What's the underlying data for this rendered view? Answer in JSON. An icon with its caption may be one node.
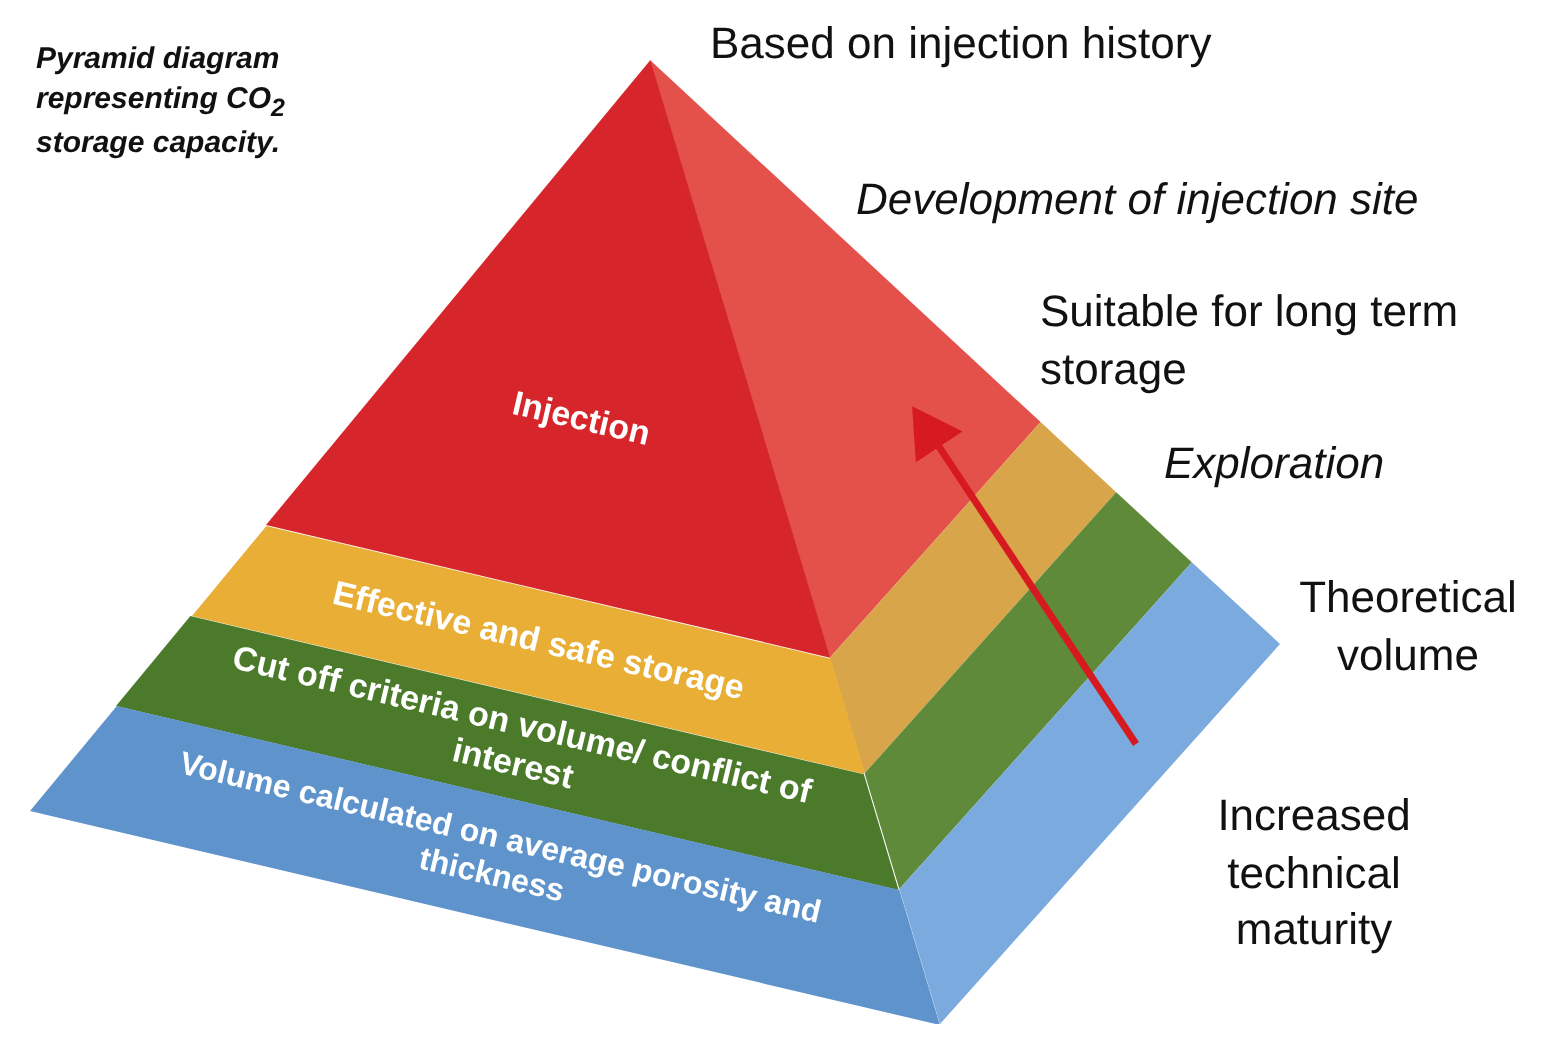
{
  "diagram": {
    "title": "Pyramid diagram representing CO$_{2}$ storage capacity.",
    "nodes": [
      {
        "text": [
          "Injection"
        ]
      },
      {
        "text": [
          "Effective and safe storage"
        ]
      },
      {
        "text": [
          "Cut off criteria on volume/ conflict of interest"
        ]
      },
      {
        "text": [
          "Volume calculated on average porosity and thickness"
        ]
      }
    ],
    "labels": [
      "Based on injection history",
      "Development of injection site",
      "Suitable for long term storage",
      "Exploration",
      "Theoretical volume",
      "Increased technical maturity"
    ]
  }
}
